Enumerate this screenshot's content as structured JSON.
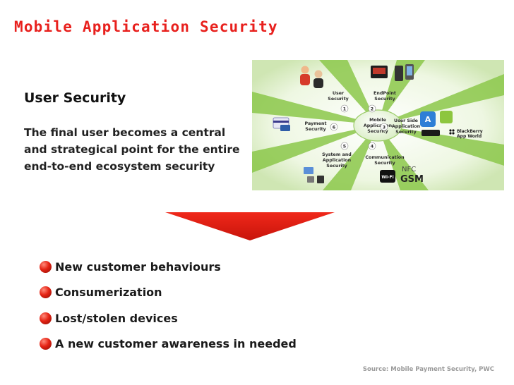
{
  "title": "Mobile Application Security",
  "section_heading": "User Security",
  "intro": "The final user becomes a central and strategical point for the entire end-to-end ecosystem security",
  "diagram": {
    "center": [
      "Mobile",
      "Application",
      "Security"
    ],
    "nodes": [
      {
        "number": "1",
        "lines": [
          "User",
          "Security"
        ]
      },
      {
        "number": "2",
        "lines": [
          "EndPoint",
          "Security"
        ]
      },
      {
        "number": "3",
        "lines": [
          "User Side",
          "Application",
          "Security"
        ]
      },
      {
        "number": "4",
        "lines": [
          "Communication",
          "Security"
        ]
      },
      {
        "number": "5",
        "lines": [
          "System and",
          "Application",
          "Security"
        ]
      },
      {
        "number": "6",
        "lines": [
          "Payment",
          "Security"
        ]
      }
    ],
    "marks": {
      "nfc": "NFC",
      "gsm": "GSM",
      "wifi": "Wi-Fi",
      "blackberry": "BlackBerry",
      "app_world": "App World"
    }
  },
  "bullets": [
    "New customer behaviours",
    "Consumerization",
    "Lost/stolen devices",
    "A new customer awareness in needed"
  ],
  "source": "Source: Mobile Payment Security, PWC",
  "colors": {
    "accent": "#e8201d",
    "diagram_green": "#7fbf3e"
  }
}
